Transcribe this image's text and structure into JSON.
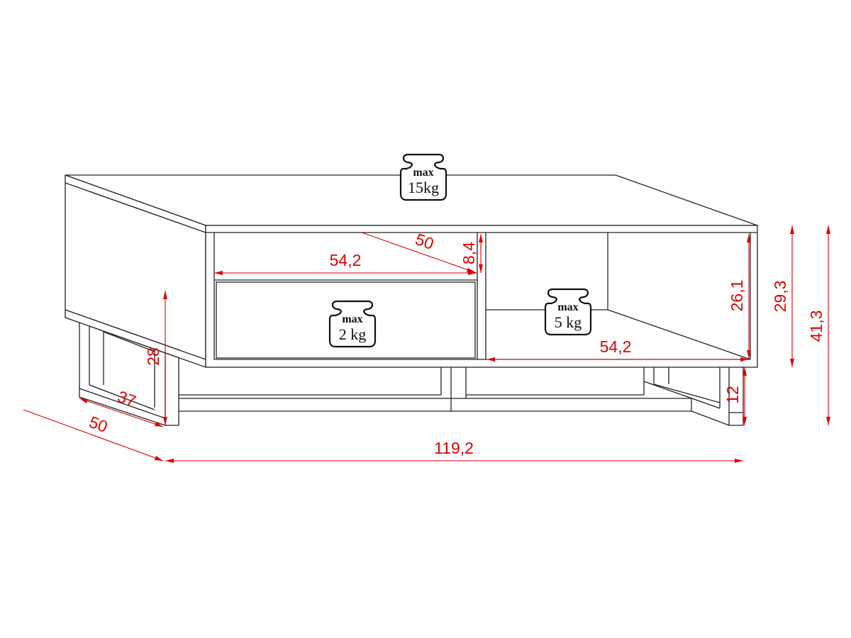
{
  "diagram": {
    "colors": {
      "dimension": "#e00000",
      "outline": "#222222"
    },
    "dimensions": {
      "drawer_depth": "50",
      "drawer_width": "54,2",
      "drawer_height": "8,4",
      "shelf_height": "26,1",
      "shelf_width": "54,2",
      "body_height": "29,3",
      "total_height": "41,3",
      "base_height": "12",
      "leg_height": "28",
      "leg_depth": "37",
      "total_depth": "50",
      "total_width": "119,2"
    },
    "load_limits": [
      {
        "label": "max",
        "value": "15kg"
      },
      {
        "label": "max",
        "value": "2 kg"
      },
      {
        "label": "max",
        "value": "5 kg"
      }
    ]
  }
}
